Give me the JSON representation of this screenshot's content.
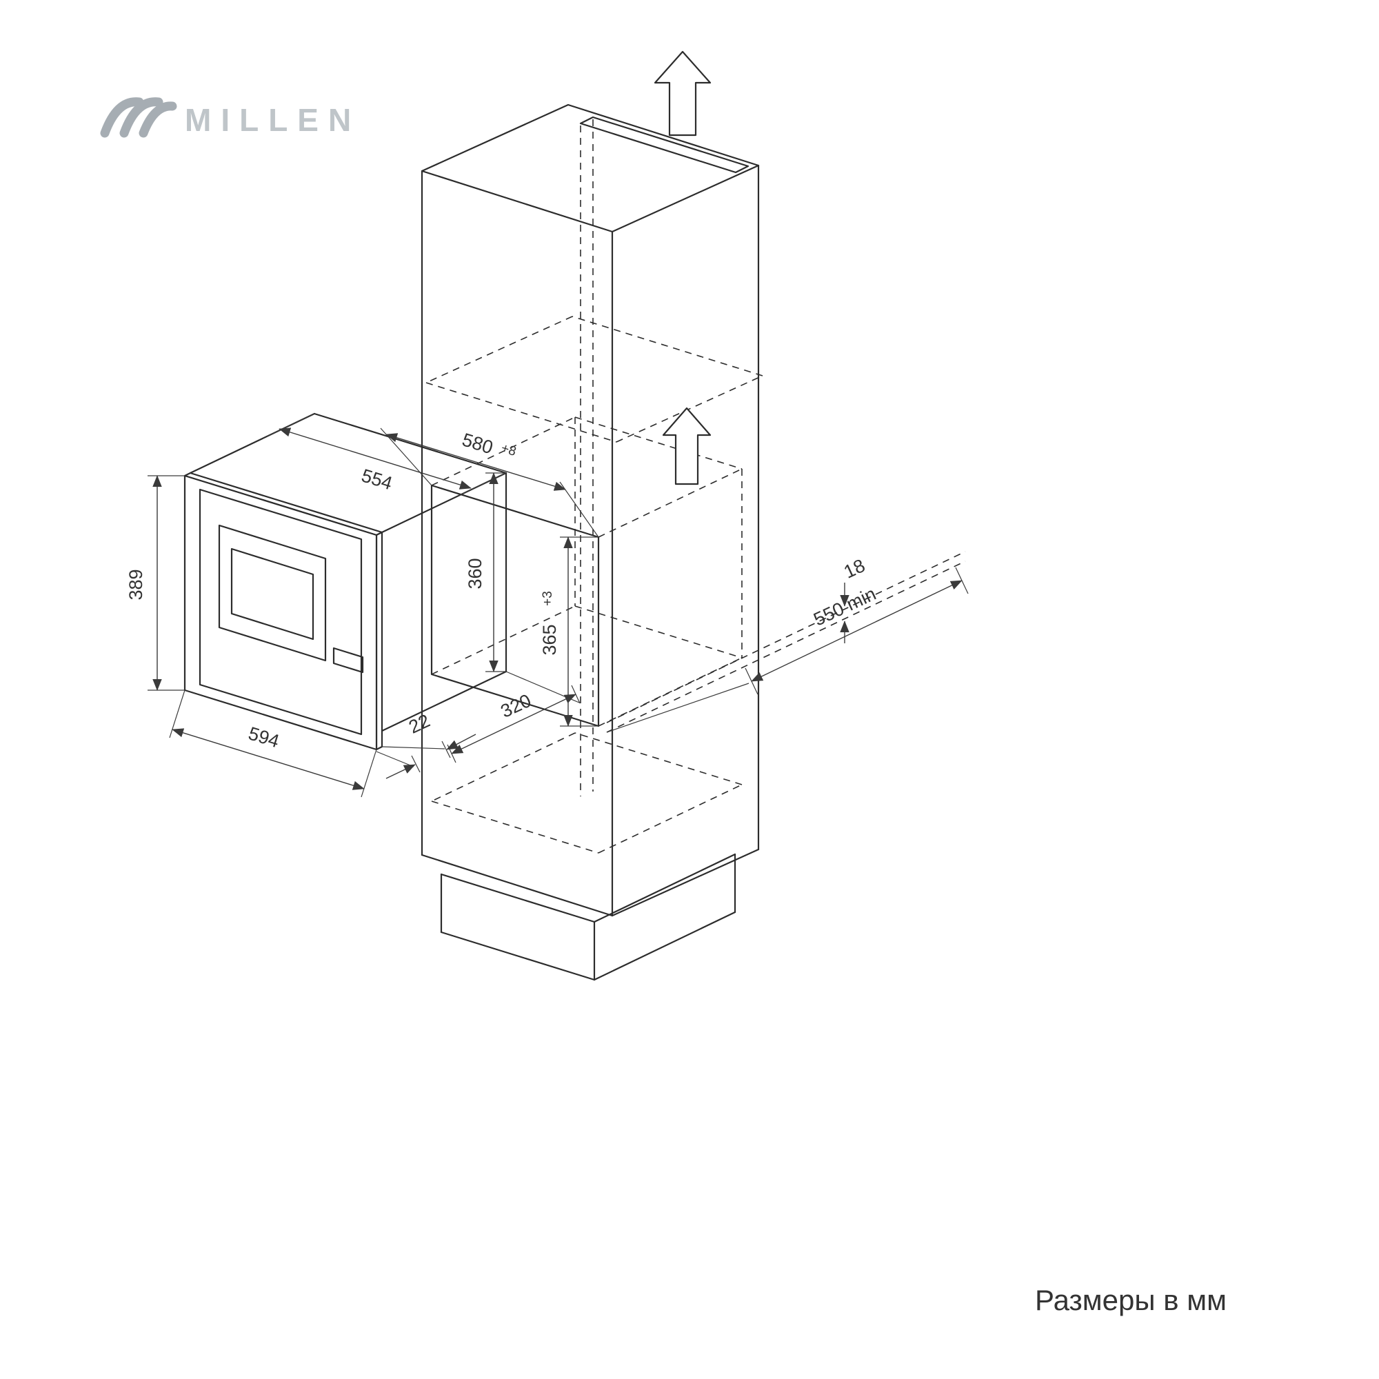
{
  "logo": {
    "text": "MILLEN"
  },
  "footer": {
    "note": "Размеры в мм"
  },
  "dimensions": {
    "appliance_width": "554",
    "niche_width": "580",
    "niche_width_tolerance": "+8",
    "front_height": "389",
    "body_height": "360",
    "niche_height": "365",
    "niche_height_tolerance": "+3",
    "front_width": "594",
    "frame_depth": "22",
    "body_depth": "320",
    "panel_thickness": "18",
    "niche_depth": "550 min"
  },
  "colors": {
    "outline": "#2c2c2c",
    "dimension": "#3a3a3a",
    "label": "#333333",
    "logo_gray": "#b5bcc1"
  }
}
